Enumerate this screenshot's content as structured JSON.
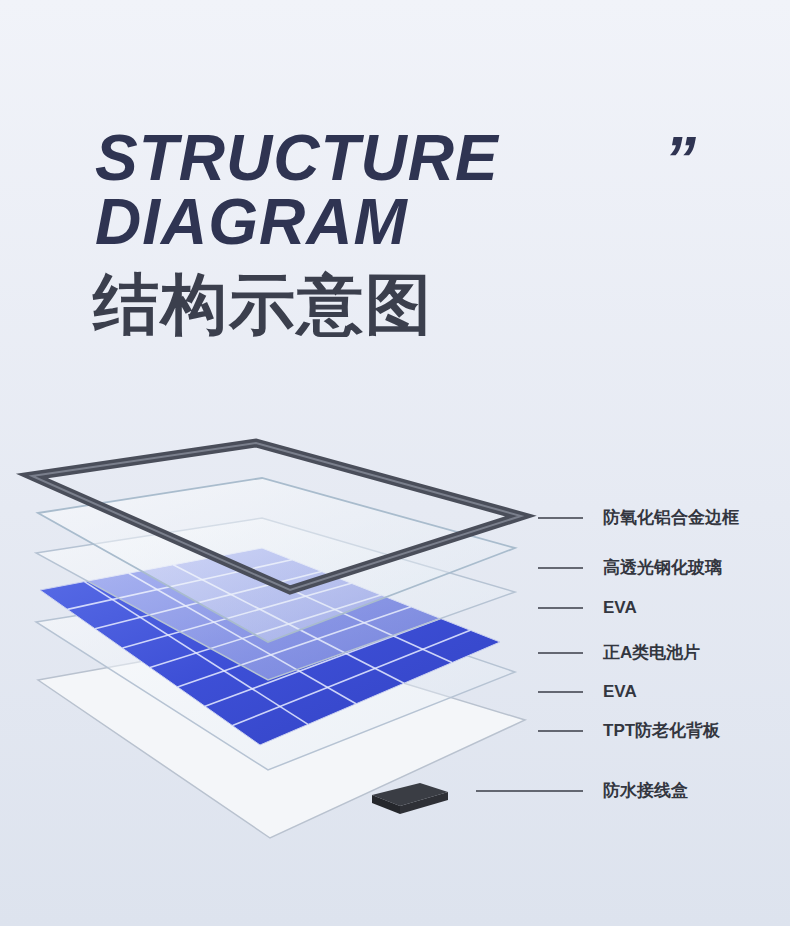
{
  "diagram": {
    "title": "STRUCTURE DIAGRAM",
    "labels": [
      "”",
      "结构示意图",
      "防氧化铝合金边框",
      "高透光钢化玻璃",
      "EVA",
      "正A类电池片",
      "EVA",
      "TPT防老化背板",
      "防水接线盒"
    ]
  }
}
